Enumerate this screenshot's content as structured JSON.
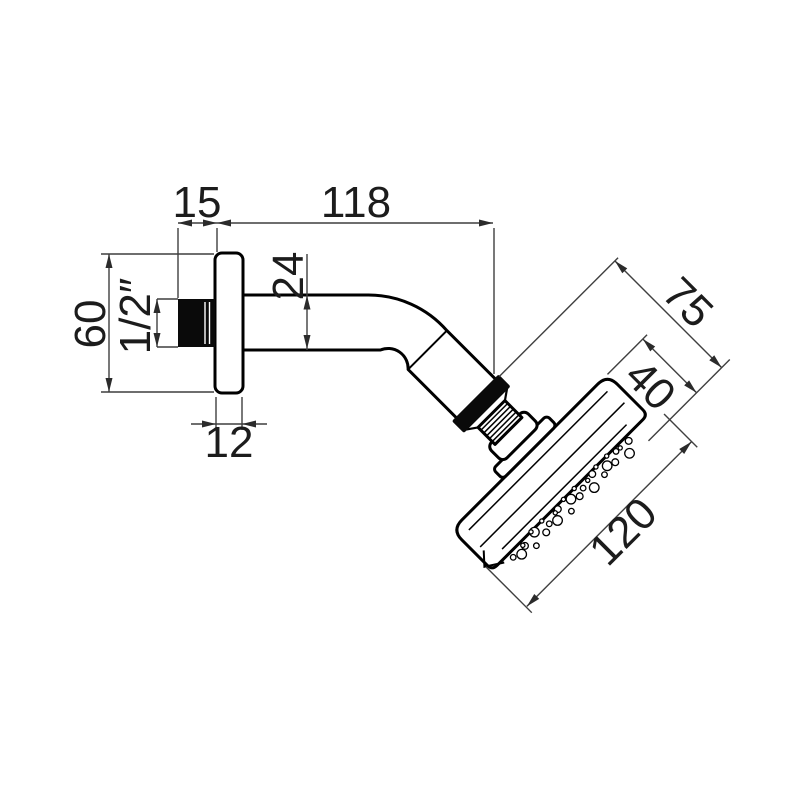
{
  "drawing": {
    "type": "technical-dimension-drawing",
    "subject": "wall-mounted shower head with arm, side view",
    "units_implied": "mm",
    "colors": {
      "outline": "#000000",
      "dimension_lines": "#3f3f3f",
      "background": "#ffffff",
      "fill": "#ffffff",
      "thread_fill": "#0a0a0a"
    },
    "dimensions": {
      "thread_protrusion": "15",
      "arm_length": "118",
      "plate_height": "60",
      "thread_size": "1/2″",
      "arm_diameter": "24",
      "plate_thickness": "12",
      "head_depth": "75",
      "head_thickness": "40",
      "head_diameter": "120"
    }
  }
}
